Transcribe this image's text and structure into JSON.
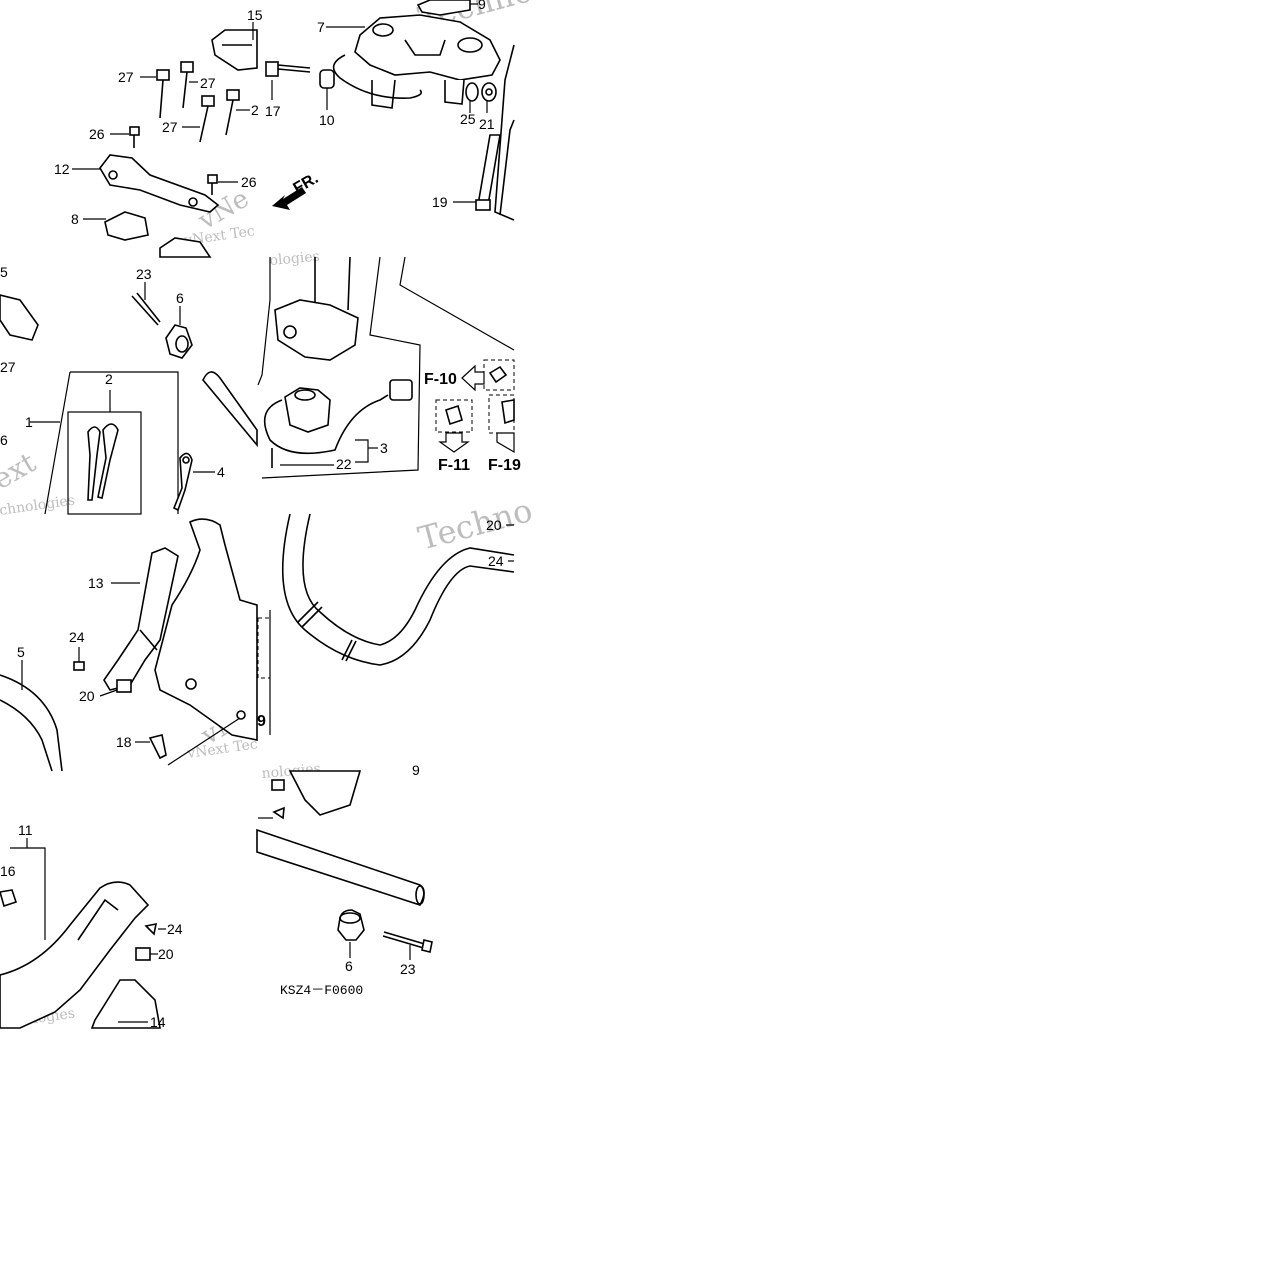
{
  "callouts": {
    "n1": "1",
    "n2": "2",
    "n3": "3",
    "n4": "4",
    "n5": "5",
    "n5b": "5",
    "n6a": "6",
    "n6b": "6",
    "n6c": "6",
    "n7": "7",
    "n8": "8",
    "n9a": "9",
    "n9b": "9",
    "n9c": "9",
    "n10": "10",
    "n11": "11",
    "n12": "12",
    "n13": "13",
    "n14": "14",
    "n15": "15",
    "n16": "16",
    "n17": "17",
    "n18": "18",
    "n19": "19",
    "n20a": "20",
    "n20b": "20",
    "n20c": "20",
    "n21": "21",
    "n22": "22",
    "n23a": "23",
    "n23b": "23",
    "n24a": "24",
    "n24b": "24",
    "n24c": "24",
    "n25": "25",
    "n26a": "26",
    "n26b": "26",
    "n27a": "27",
    "n27b": "27",
    "n27c": "27",
    "n27d": "2",
    "n27e": "27"
  },
  "refs": {
    "f10": "F-10",
    "f11": "F-11",
    "f19": "F-19"
  },
  "direction_label": "FR.",
  "diagram_code": "KSZ4－F0600",
  "watermarks": {
    "w1": "Techno",
    "w2": "vNext Tec",
    "w3": "vNe",
    "w4": "ologies",
    "w5": "ext",
    "w6": "chnologies",
    "w7": "Techno",
    "w8": "vNext Tec",
    "w9": "vNe",
    "w10": "nologies",
    "w11": "xt",
    "w12": "chnologies"
  }
}
